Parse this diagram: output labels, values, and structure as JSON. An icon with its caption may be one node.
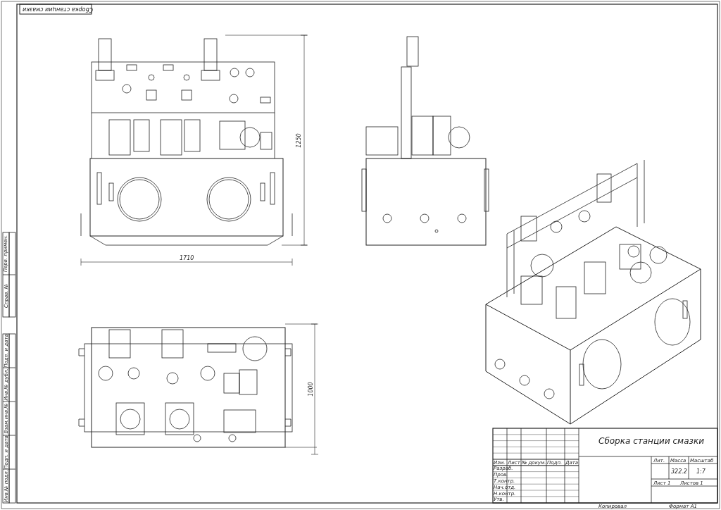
{
  "diagram": {
    "title": "Сборка станции смазки",
    "labels": [
      "Сборка станции смазки",
      "1250",
      "1710",
      "1000",
      "Изм.",
      "Лист",
      "№ докум.",
      "Подп.",
      "Дата",
      "Разраб.",
      "Пров.",
      "Т.контр.",
      "Нач.отд.",
      "Н.контр.",
      "Утв.",
      "Лит.",
      "Масса",
      "Масштаб",
      "322.2",
      "1:7",
      "Лист 1",
      "Листов 1",
      "Копировал",
      "Формат A1",
      "Перв. примен.",
      "Справ. №",
      "Подп. и дата",
      "Инв.№ дубл.",
      "Взам.инв.№",
      "Подп. и дата",
      "Инв.№ подл."
    ]
  }
}
